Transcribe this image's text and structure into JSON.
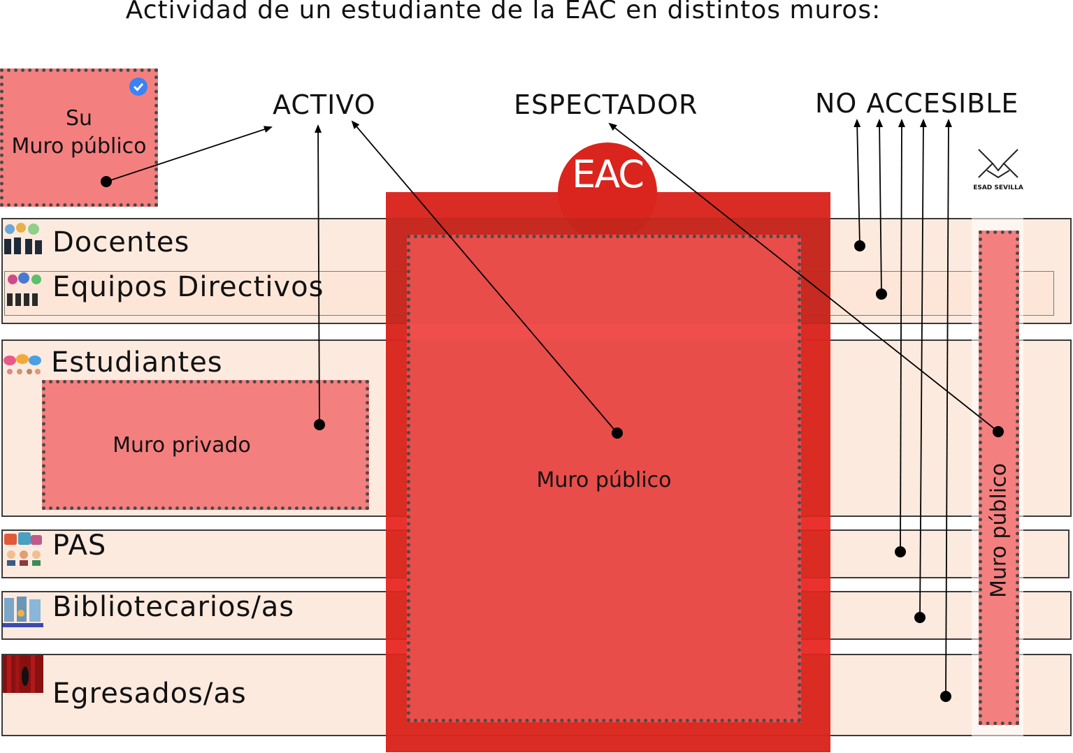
{
  "title": "Actividad de un estudiante de la EAC en distintos muros:",
  "categories": {
    "activo": "ACTIVO",
    "espectador": "ESPECTADOR",
    "no_accesible": "NO ACCESIBLE"
  },
  "own_wall": {
    "line1": "Su",
    "line2": "Muro público"
  },
  "eac_logo": "EAC",
  "esad_logo": "ESAD SEVILLA",
  "groups": [
    {
      "label": "Docentes"
    },
    {
      "label": "Equipos Directivos"
    },
    {
      "label": "Estudiantes"
    },
    {
      "label": "PAS"
    },
    {
      "label": "Bibliotecarios/as"
    },
    {
      "label": "Egresados/as"
    }
  ],
  "private_wall": "Muro privado",
  "eac_wall": "Muro público",
  "esad_wall": "Muro público",
  "colors": {
    "band_fill": "#fdeadf",
    "wall_fill": "#f47f7f",
    "eac_red": "#d9251d",
    "eac_inner": "#e84d4a",
    "check_blue": "#3b82f6"
  }
}
